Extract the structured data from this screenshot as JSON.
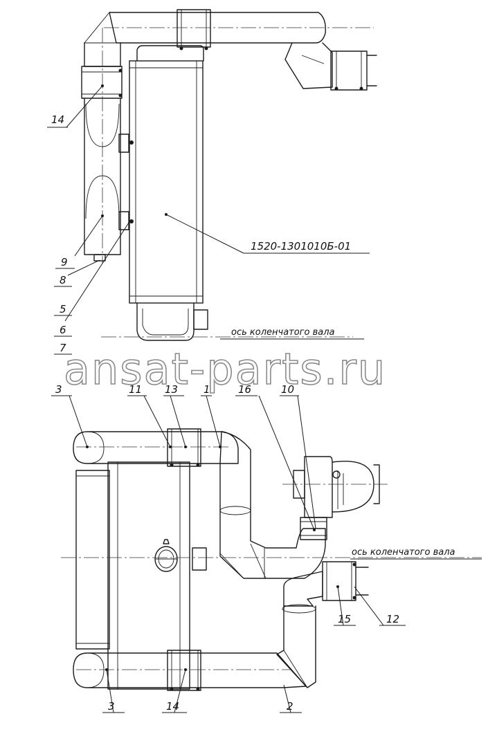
{
  "drawing": {
    "assembly_number": "1520-1301010Б-01",
    "axis_label_top": "ось коленчатого вала",
    "axis_label_bottom": "ось коленчатого вала",
    "watermark": "ansat-parts.ru",
    "upper_view_callouts": [
      "14",
      "9",
      "8",
      "5",
      "6",
      "7"
    ],
    "lower_view_callouts": [
      "3",
      "11",
      "13",
      "1",
      "16",
      "10",
      "15",
      "12",
      "3",
      "14",
      "2"
    ]
  }
}
